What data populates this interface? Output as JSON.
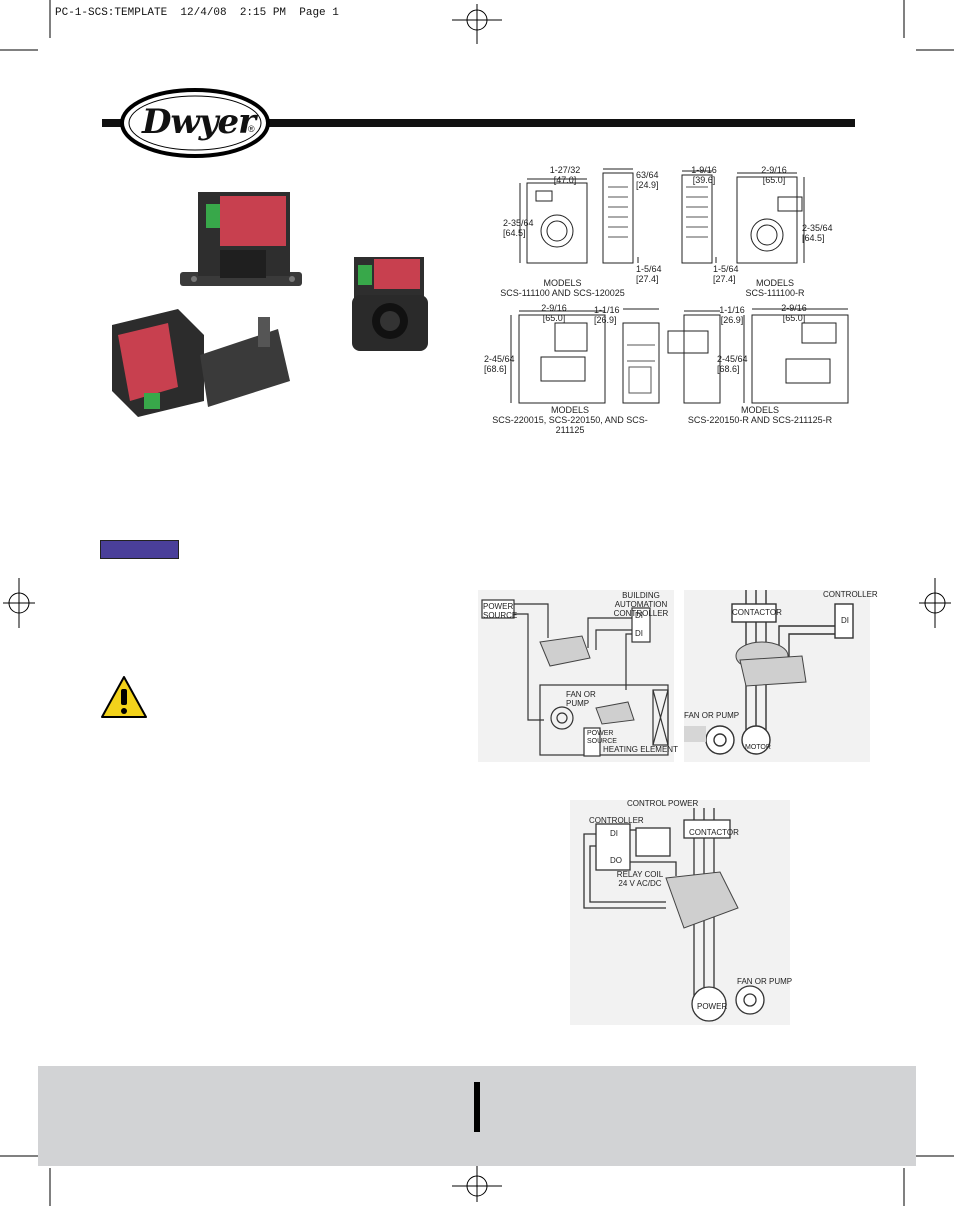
{
  "header": {
    "slug": "PC-1-SCS:TEMPLATE  12/4/08  2:15 PM  Page 1"
  },
  "brand": {
    "logo_text": "Dwyer",
    "registered": "®"
  },
  "colors": {
    "rule": "#111111",
    "badge": "#4a3f9a",
    "warning": "#f2d21b",
    "footer_bg": "#d2d3d5"
  },
  "dimensions": {
    "d1": {
      "top": "1-27/32",
      "top_mm": "[47.0]",
      "depth": "63/64",
      "depth_mm": "[24.9]",
      "side": "2-35/64",
      "side_mm": "[64.5]",
      "base": "1-5/64",
      "base_mm": "[27.4]",
      "models": "MODELS",
      "models_list": "SCS-111100 AND SCS-120025"
    },
    "d2": {
      "top_left": "1-9/16",
      "top_left_mm": "[39.6]",
      "top_right": "2-9/16",
      "top_right_mm": "[65.0]",
      "side": "2-35/64",
      "side_mm": "[64.5]",
      "base": "1-5/64",
      "base_mm": "[27.4]",
      "models": "MODELS",
      "models_list": "SCS-111100-R"
    },
    "d3": {
      "top": "2-9/16",
      "top_mm": "[65.0]",
      "depth": "1-1/16",
      "depth_mm": "[26.9]",
      "side": "2-45/64",
      "side_mm": "[68.6]",
      "models": "MODELS",
      "models_list": "SCS-220015, SCS-220150, AND SCS-211125"
    },
    "d4": {
      "depth": "1-1/16",
      "depth_mm": "[26.9]",
      "top": "2-9/16",
      "top_mm": "[65.0]",
      "side": "2-45/64",
      "side_mm": "[68.6]",
      "models": "MODELS",
      "models_list": "SCS-220150-R AND SCS-211125-R"
    }
  },
  "wiring1": {
    "power_source": "POWER SOURCE",
    "bac": "BUILDING AUTOMATION CONTROLLER",
    "di1": "DI",
    "di2": "DI",
    "fan": "FAN OR PUMP",
    "power_source2": "POWER SOURCE",
    "heating": "HEATING ELEMENT"
  },
  "wiring2": {
    "contactor": "CONTACTOR",
    "controller": "CONTROLLER",
    "di": "DI",
    "fan": "FAN OR PUMP",
    "motor": "MOTOR"
  },
  "wiring3": {
    "control_power": "CONTROL POWER",
    "controller": "CONTROLLER",
    "di": "DI",
    "do": "DO",
    "contactor": "CONTACTOR",
    "relay": "RELAY COIL",
    "relay_v": "24 V AC/DC",
    "fan": "FAN OR PUMP",
    "power": "POWER"
  }
}
